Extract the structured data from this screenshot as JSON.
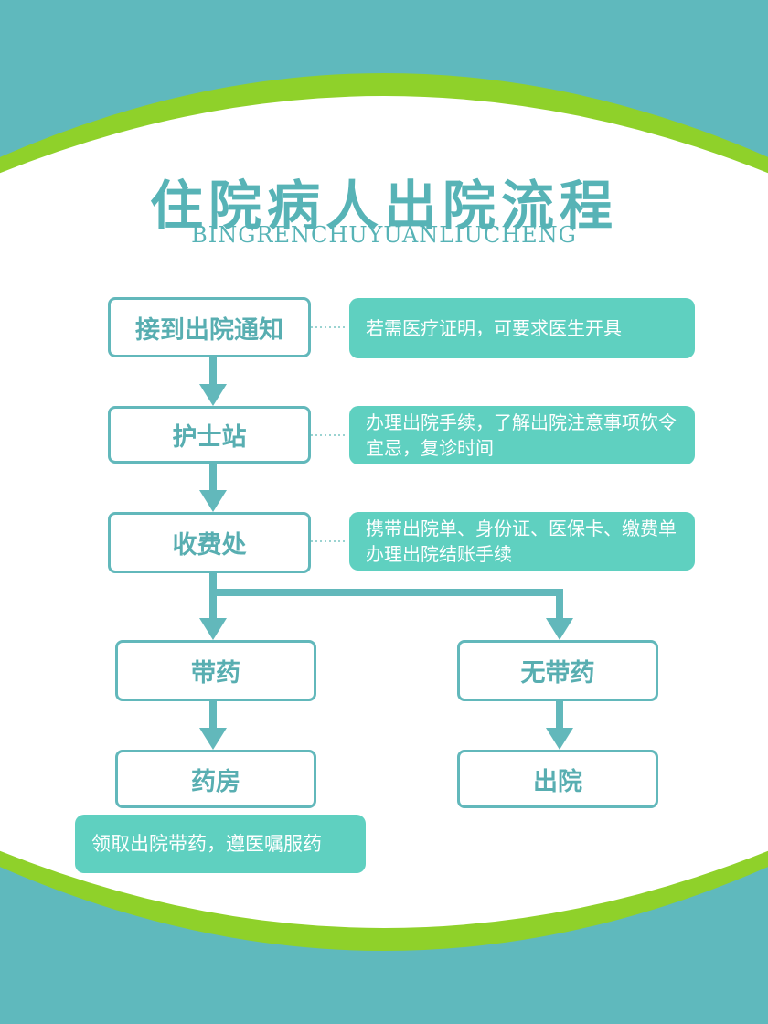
{
  "title": "住院病人出院流程",
  "subtitle": "BINGRENCHUYUANLIUCHENG",
  "steps": {
    "notify": "接到出院通知",
    "nurse": "护士站",
    "cashier": "收费处",
    "with_med": "带药",
    "without_med": "无带药",
    "pharmacy": "药房",
    "discharge": "出院"
  },
  "notes": {
    "notify": "若需医疗证明，可要求医生开具",
    "nurse": "办理出院手续，了解出院注意事项饮令宜忌，复诊时间",
    "cashier": "携带出院单、身份证、医保卡、缴费单办理出院结账手续",
    "pharmacy": "领取出院带药，遵医嘱服药"
  },
  "colors": {
    "teal": "#5fb9bd",
    "green": "#8fd12a",
    "box_border": "#62b8bb",
    "note_fill": "#5fd0c0",
    "text": "#58aeb1"
  }
}
